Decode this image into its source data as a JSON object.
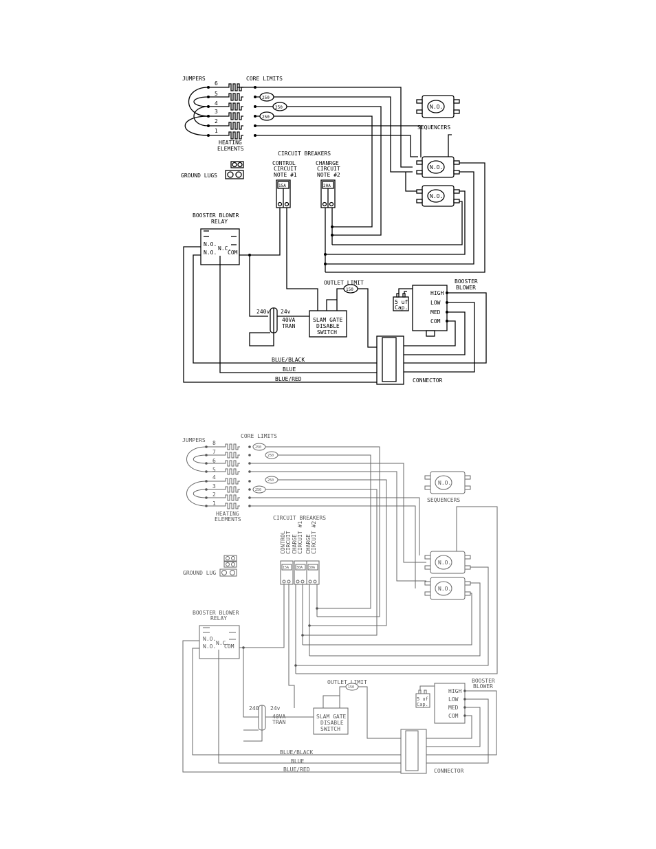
{
  "top": {
    "jumpers": "JUMPERS",
    "core_limits": "CORE LIMITS",
    "heating_elements": [
      "HEATING",
      "ELEMENTS"
    ],
    "element_numbers": [
      "6",
      "5",
      "4",
      "3",
      "2",
      "1"
    ],
    "limit_labels": [
      "250",
      "250",
      "250"
    ],
    "sequencers": "SEQUENCERS",
    "sequencer_contact": "N.O.",
    "ground_lugs": "GROUND LUGS",
    "circuit_breakers": "CIRCUIT BREAKERS",
    "control_circuit": [
      "CONTROL",
      "CIRCUIT",
      "NOTE #1"
    ],
    "charge_circuit": [
      "CHANRGE",
      "CIRCUIT",
      "NOTE #2"
    ],
    "breaker_ratings": [
      "15A",
      "20A"
    ],
    "relay_title": [
      "BOOSTER BLOWER",
      "RELAY"
    ],
    "relay_no1": "N.O.",
    "relay_no2": "N.O.",
    "relay_nc": "N.C.",
    "relay_com": "COM",
    "outlet_limit": "OUTLET LIMIT",
    "outlet_limit_value": "150",
    "transformer_primary": "240v",
    "transformer_secondary": "24v",
    "transformer_rating": [
      "40VA",
      "TRAN"
    ],
    "slam_gate": [
      "SLAM GATE",
      "DISABLE",
      "SWITCH"
    ],
    "capacitor": [
      "5 uf",
      "Cap."
    ],
    "blower_title": [
      "BOOSTER",
      "BLOWER"
    ],
    "blower_taps": [
      "HIGH",
      "LOW",
      "MED",
      "COM"
    ],
    "wire_labels": [
      "BLUE/BLACK",
      "BLUE",
      "BLUE/RED"
    ],
    "connector": "CONNECTOR"
  },
  "bottom": {
    "jumpers": "JUMPERS",
    "core_limits": "CORE LIMITS",
    "heating_elements": [
      "HEATING",
      "ELEMENTS"
    ],
    "element_numbers": [
      "8",
      "7",
      "6",
      "5",
      "4",
      "3",
      "2",
      "1"
    ],
    "limit_labels": [
      "250",
      "250",
      "250",
      "250"
    ],
    "sequencers": "SEQUENCERS",
    "sequencer_contact": "N.O.",
    "ground_lugs": "GROUND LUG",
    "circuit_breakers": "CIRCUIT BREAKERS",
    "breaker_vertical": [
      "CONTROL",
      "CIRCUIT",
      "CHARGE",
      "CIRCUIT #1",
      "CHARGE",
      "CIRCUIT #2"
    ],
    "breaker_ratings": [
      "15A",
      "30A",
      "30A"
    ],
    "relay_title": [
      "BOOSTER BLOWER",
      "RELAY"
    ],
    "relay_no1": "N.O.",
    "relay_no2": "N.O.",
    "relay_nc": "N.C.",
    "relay_com": "COM",
    "outlet_limit": "OUTLET LIMIT",
    "outlet_limit_value": "150",
    "transformer_primary": "240v",
    "transformer_secondary": "24v",
    "transformer_rating": [
      "40VA",
      "TRAN"
    ],
    "slam_gate": [
      "SLAM GATE",
      "DISABLE",
      "SWITCH"
    ],
    "capacitor": [
      "5 uf",
      "Cap."
    ],
    "blower_title": [
      "BOOSTER",
      "BLOWER"
    ],
    "blower_taps": [
      "HIGH",
      "LOW",
      "MED",
      "COM"
    ],
    "wire_labels": [
      "BLUE/BLACK",
      "BLUE",
      "BLUE/RED"
    ],
    "connector": "CONNECTOR"
  }
}
